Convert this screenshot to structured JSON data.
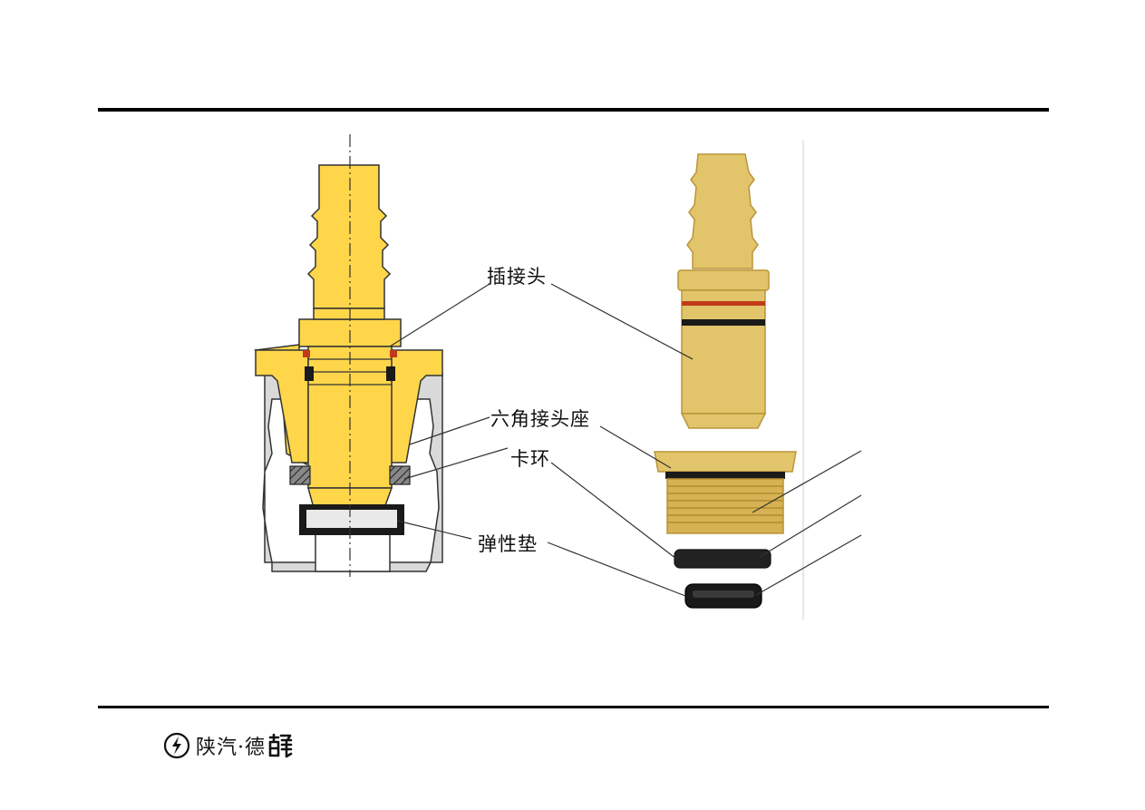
{
  "labels": {
    "plug": "插接头",
    "hex_seat": "六角接头座",
    "snap_ring": "卡环",
    "elastic_pad": "弹性垫"
  },
  "footer": {
    "brand_text": "陕汽·德",
    "brand_logo": "陕汽·德龍"
  },
  "colors": {
    "yellow": "#ffd64a",
    "yellow_dark": "#e8b400",
    "housing_gray": "#d9d9d9",
    "brass": "#e2c56a",
    "brass_dark": "#b9953a",
    "seal_black": "#1a1a1a",
    "oring_red": "#c23a1a"
  },
  "icons": [
    "shaanxi-logo-icon"
  ]
}
